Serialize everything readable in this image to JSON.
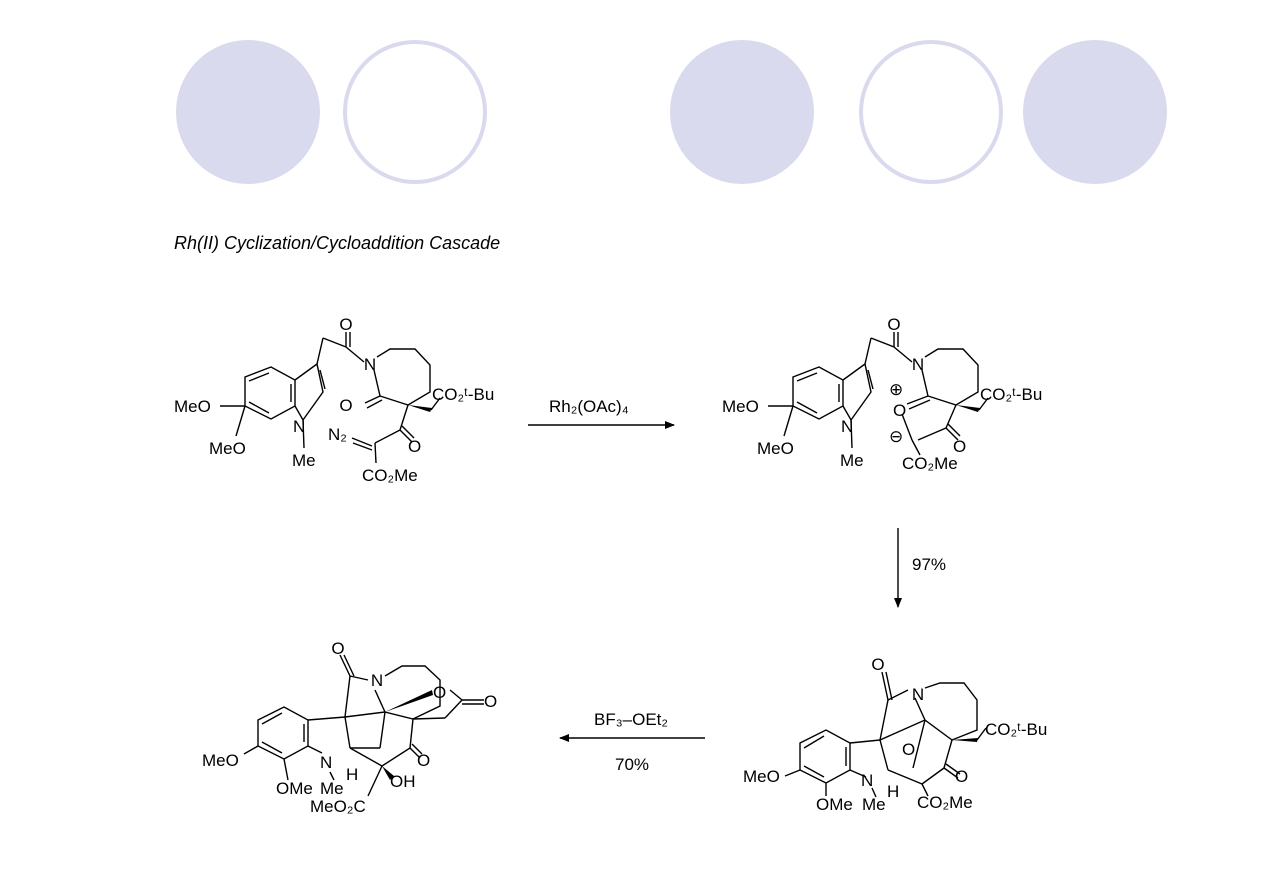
{
  "caption": "Rh(II) Cyclization/Cycloaddition Cascade",
  "colors": {
    "circle_fill": "#d9daed",
    "ink": "#000000"
  },
  "arrows": {
    "step1_reagent": "Rh₂(OAc)₄",
    "step2_yield": "97%",
    "step3_reagent": "BF₃–OEt₂",
    "step3_yield": "70%"
  },
  "compound1": {
    "carbonyl_o": "O",
    "ring_n": "N",
    "lactam_o": "O",
    "ester_side": "CO₂ᵗ-Bu",
    "ketone_o": "O",
    "diazo": "N₂",
    "ester": "CO₂Me",
    "ome_top": "MeO",
    "ome_bottom": "MeO",
    "indole_n": "N",
    "n_methyl": "Me"
  },
  "compound2": {
    "carbonyl_o": "O",
    "ring_n": "N",
    "plus": "⊕",
    "oxonium_o": "O",
    "ester_side": "CO₂ᵗ-Bu",
    "minus": "⊖",
    "ketone_o": "O",
    "ester": "CO₂Me",
    "ome_top": "MeO",
    "ome_bottom": "MeO",
    "indole_n": "N",
    "n_methyl": "Me"
  },
  "compound3": {
    "carbonyl_o": "O",
    "ring_n": "N",
    "bridge_o": "O",
    "ester_side": "CO₂ᵗ-Bu",
    "ketone_o": "O",
    "ester": "CO₂Me",
    "ome_top": "MeO",
    "ome_bottom": "OMe",
    "indole_n": "N",
    "n_methyl": "Me",
    "h": "H"
  },
  "compound4": {
    "carbonyl_o": "O",
    "ring_n": "N",
    "lactone_o": "O",
    "lactone_co": "O",
    "ketone_o": "O",
    "oh": "OH",
    "ester": "MeO₂C",
    "ome_top": "MeO",
    "ome_bottom": "OMe",
    "indole_n": "N",
    "n_methyl": "Me",
    "h": "H"
  }
}
